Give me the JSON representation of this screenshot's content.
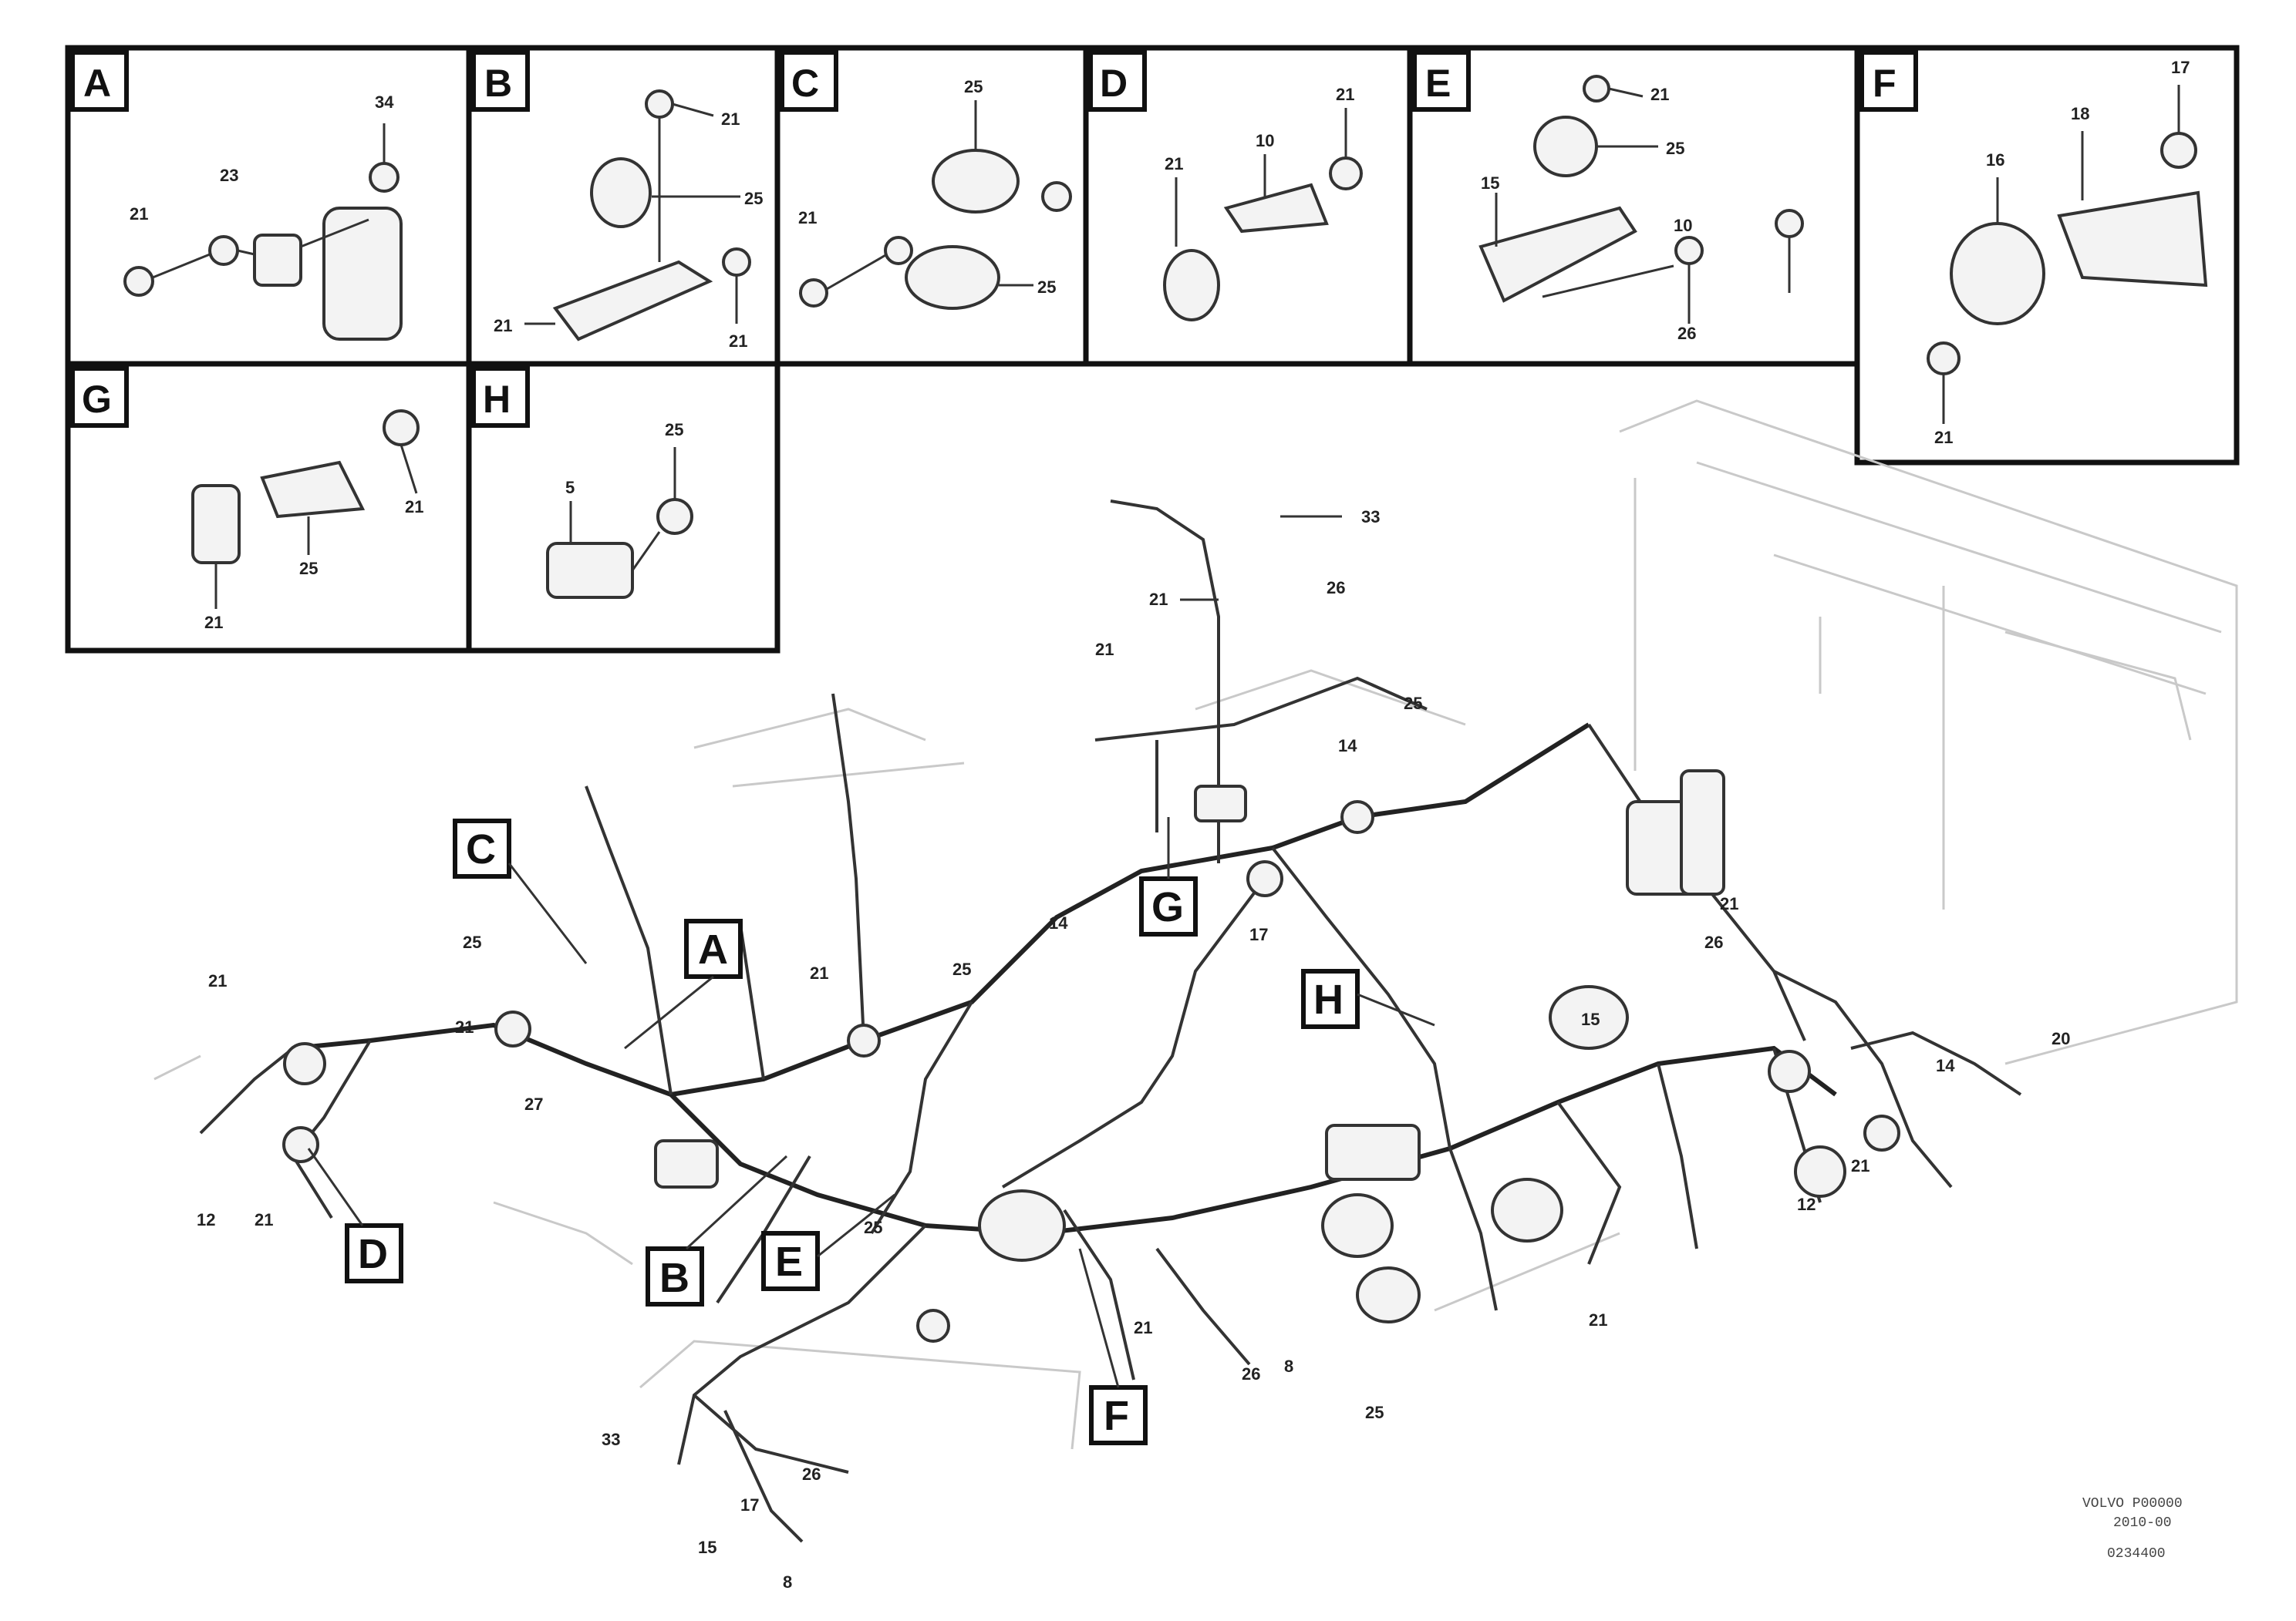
{
  "detail_panels": [
    {
      "letter": "A",
      "labels": [
        "34",
        "23",
        "21"
      ]
    },
    {
      "letter": "B",
      "labels": [
        "21",
        "25",
        "21",
        "21"
      ]
    },
    {
      "letter": "C",
      "labels": [
        "25",
        "25",
        "21"
      ]
    },
    {
      "letter": "D",
      "labels": [
        "21",
        "10",
        "21"
      ]
    },
    {
      "letter": "E",
      "labels": [
        "21",
        "25",
        "15",
        "10",
        "26"
      ]
    },
    {
      "letter": "F",
      "labels": [
        "17",
        "18",
        "16",
        "21"
      ]
    },
    {
      "letter": "G",
      "labels": [
        "21",
        "25",
        "21"
      ]
    },
    {
      "letter": "H",
      "labels": [
        "25",
        "5"
      ]
    }
  ],
  "callouts": [
    "A",
    "B",
    "C",
    "D",
    "E",
    "F",
    "G",
    "H"
  ],
  "part_numbers": [
    "33",
    "21",
    "26",
    "14",
    "25",
    "21",
    "14",
    "26",
    "17",
    "25",
    "21",
    "27",
    "25",
    "20",
    "21",
    "14",
    "21",
    "12",
    "25",
    "8",
    "26",
    "21",
    "25",
    "26",
    "17",
    "33",
    "15",
    "8",
    "21",
    "12",
    "21",
    "21",
    "15",
    "21"
  ],
  "reference": {
    "line1": "VOLVO P00000",
    "line2": "2010-00",
    "code": "0234400"
  }
}
